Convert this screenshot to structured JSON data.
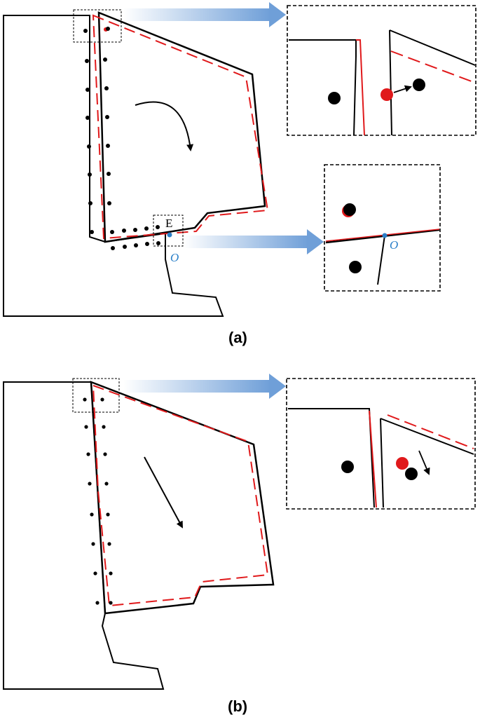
{
  "panels": [
    {
      "id": "a",
      "label": "(a)"
    },
    {
      "id": "b",
      "label": "(b)"
    }
  ],
  "labels": {
    "point_e": "E",
    "point_o": "O",
    "point_o_inset": "O"
  },
  "colors": {
    "outline": "#000000",
    "displaced": "#e0191b",
    "point_o": "#2a7fc8",
    "arrow_fill": "#6f9fd8",
    "inset_border": "#000000"
  },
  "icons": {
    "rotation_arrow": "clockwise-curved-arrow",
    "translation_arrow": "straight-arrow-down-right",
    "zoom_arrow": "gradient-arrow-right"
  }
}
